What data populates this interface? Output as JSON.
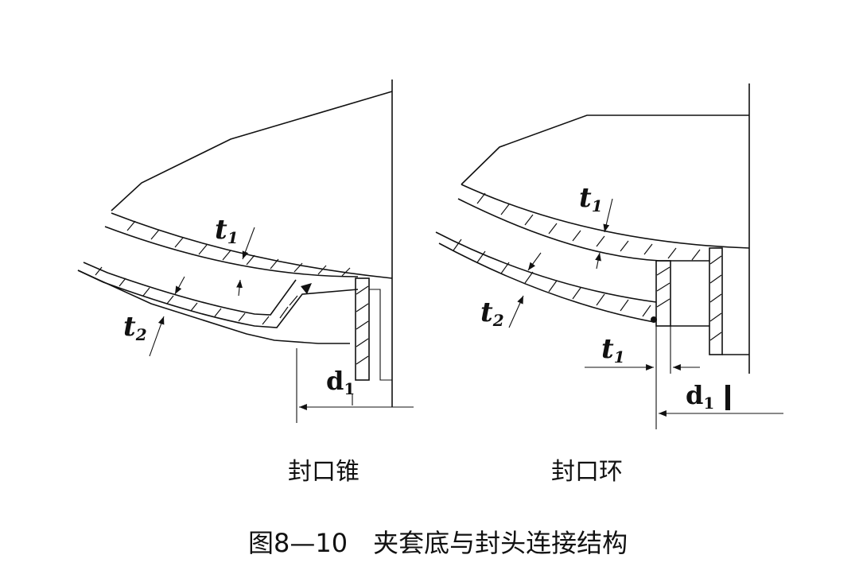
{
  "labels": {
    "t1": "t",
    "t2": "t",
    "d1": "d",
    "sub1": "1",
    "sub2": "2"
  },
  "captions": {
    "left": "封口锥",
    "right": "封口环"
  },
  "figure_title": "图8—10　夹套底与封头连接结构"
}
